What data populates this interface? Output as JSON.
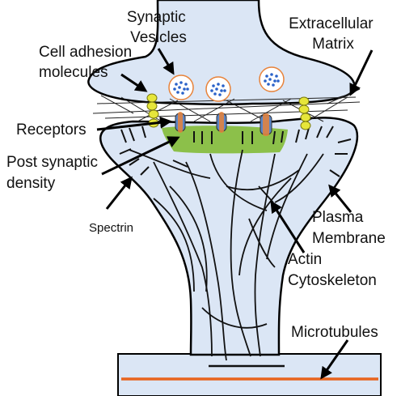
{
  "labels": {
    "synaptic_vesicles": [
      "Synaptic",
      "Vesicles"
    ],
    "extracellular_matrix": [
      "Extracellular",
      "Matrix"
    ],
    "cell_adhesion": [
      "Cell adhesion",
      "molecules"
    ],
    "receptors": "Receptors",
    "post_synaptic_density": [
      "Post synaptic",
      "density"
    ],
    "spectrin": "Spectrin",
    "plasma_membrane": [
      "Plasma",
      "Membrane"
    ],
    "actin_cytoskeleton": [
      "Actin",
      "Cytoskeleton"
    ],
    "microtubules": "Microtubules"
  },
  "colors": {
    "membrane_fill": "#dbe6f5",
    "membrane_stroke": "#000000",
    "vesicle_ring": "#e8833a",
    "vesicle_dots": "#2a62c9",
    "adhesion": "#e6e63a",
    "psd": "#8cc04a",
    "microtubule": "#e8641e",
    "receptor_blue": "#5a86c8",
    "receptor_orange": "#e8833a"
  }
}
